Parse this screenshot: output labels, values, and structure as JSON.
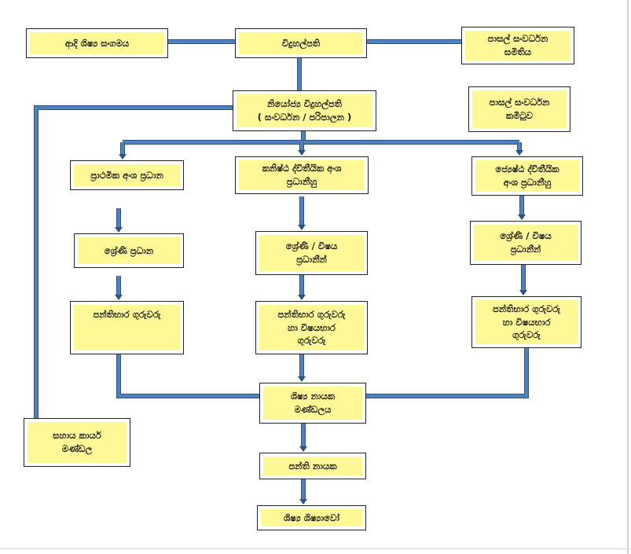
{
  "diagram": {
    "colors": {
      "box_fill": "#fef896",
      "box_border": "#222222",
      "connector": "#4f81bd",
      "connector_outline": "#2c5282"
    },
    "nodes": {
      "ancient_students": {
        "lines": [
          "ආදි ශිෂ්‍ය සංගමය"
        ]
      },
      "principal": {
        "lines": [
          "විදුහල්පති"
        ]
      },
      "school_dev_society": {
        "lines": [
          "පාසල් සංවර්ධන",
          "සමිතිය"
        ]
      },
      "deputy_principal": {
        "lines": [
          "නියෝජ්‍ය විදුහල්පති",
          "( සංවර්ධන / පරිපාලන )"
        ]
      },
      "school_dev_committee": {
        "lines": [
          "පාසල් සංවර්ධන",
          "කමිටුව"
        ]
      },
      "primary_head": {
        "lines": [
          "ප්‍රාථමික අංශ ප්‍රධාන"
        ]
      },
      "junior_secondary_heads": {
        "lines": [
          "කනිෂ්ඨ ද්විතීයික අංශ",
          "ප්‍රධානීහු"
        ]
      },
      "senior_secondary_heads": {
        "lines": [
          "ජ්‍යෙෂ්ඨ ද්විතීයික",
          "අංශ ප්‍රධානීහු"
        ]
      },
      "grade_head": {
        "lines": [
          "ශ්‍රේණි ප්‍රධාන"
        ]
      },
      "grade_subject_heads_mid": {
        "lines": [
          "ශ්‍රේණි / විෂය",
          "ප්‍රධානීන්"
        ]
      },
      "grade_subject_heads_right": {
        "lines": [
          "ශ්‍රේණි / විෂය",
          "ප්‍රධානීන්"
        ]
      },
      "class_teachers": {
        "lines": [
          "පන්තිභාර ගුරුවරු"
        ]
      },
      "class_subject_teachers_mid": {
        "lines": [
          "පන්තිභාර ගුරුවරු",
          "හා විෂයභාර",
          "ගුරුවරු"
        ]
      },
      "class_subject_teachers_right": {
        "lines": [
          "පන්තිභාර ගුරුවරු",
          "හා විෂයභාර",
          "ගුරුවරු"
        ]
      },
      "prefects_board": {
        "lines": [
          "ශිෂ්‍ය නායක",
          "මණ්ඩලය"
        ]
      },
      "support_staff": {
        "lines": [
          "සහාය කාර්ය",
          "මණ්ඩල"
        ]
      },
      "class_monitors": {
        "lines": [
          "පන්ති නායක"
        ]
      },
      "students": {
        "lines": [
          "ශිෂ්‍ය ශිෂ්‍යාවෝ"
        ]
      }
    }
  }
}
